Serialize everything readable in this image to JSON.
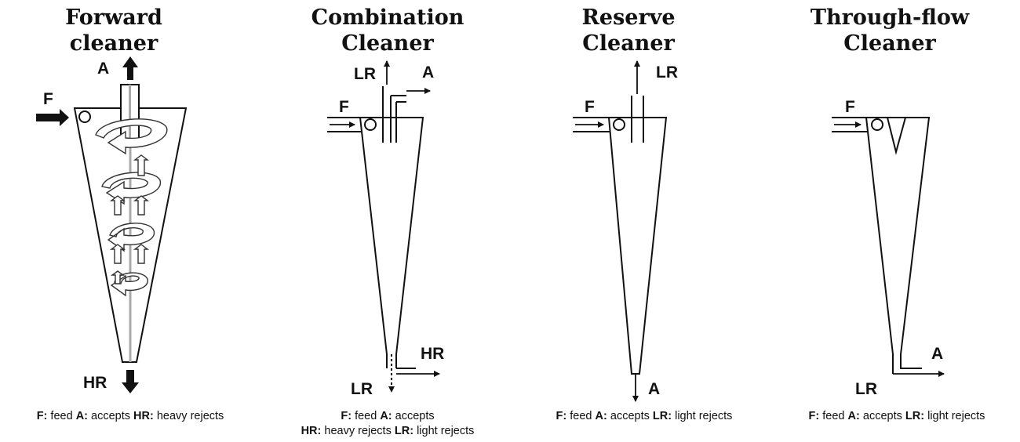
{
  "panels": [
    {
      "title_line1": "Forward",
      "title_line2": "cleaner",
      "labels": {
        "F": "F",
        "A": "A",
        "HR": "HR"
      },
      "legend": {
        "line1": [
          {
            "key": "F:",
            "text": "feed"
          },
          {
            "key": "A:",
            "text": "accepts"
          },
          {
            "key": "HR:",
            "text": "heavy rejects"
          }
        ]
      }
    },
    {
      "title_line1": "Combination",
      "title_line2": "Cleaner",
      "labels": {
        "F": "F",
        "LR_top": "LR",
        "A": "A",
        "HR": "HR",
        "LR_bottom": "LR"
      },
      "legend": {
        "line1": [
          {
            "key": "F:",
            "text": "feed"
          },
          {
            "key": "A:",
            "text": "accepts"
          }
        ],
        "line2": [
          {
            "key": "HR:",
            "text": "heavy rejects"
          },
          {
            "key": "LR:",
            "text": "light rejects"
          }
        ]
      }
    },
    {
      "title_line1": "Reserve",
      "title_line2": "Cleaner",
      "labels": {
        "F": "F",
        "LR": "LR",
        "A": "A"
      },
      "legend": {
        "line1": [
          {
            "key": "F:",
            "text": "feed"
          },
          {
            "key": "A:",
            "text": "accepts"
          },
          {
            "key": "LR:",
            "text": "light rejects"
          }
        ]
      }
    },
    {
      "title_line1": "Through-flow",
      "title_line2": "Cleaner",
      "labels": {
        "F": "F",
        "A": "A",
        "LR": "LR"
      },
      "legend": {
        "line1": [
          {
            "key": "F:",
            "text": "feed"
          },
          {
            "key": "A:",
            "text": "accepts"
          },
          {
            "key": "LR:",
            "text": "light rejects"
          }
        ]
      }
    }
  ]
}
